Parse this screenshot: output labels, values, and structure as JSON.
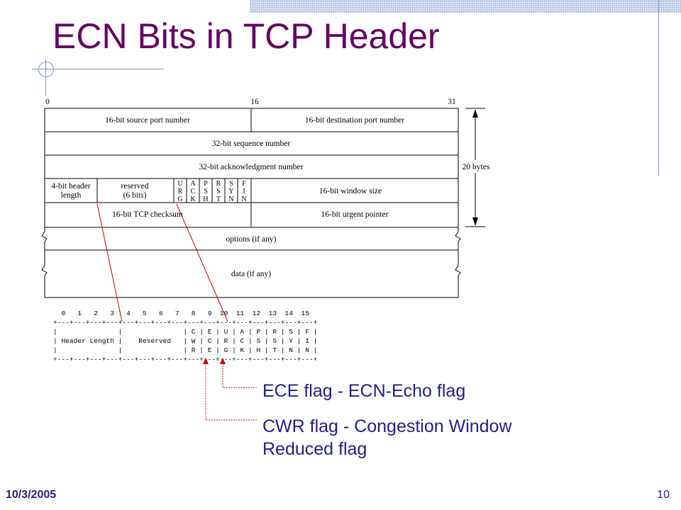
{
  "slide": {
    "title": "ECN Bits in TCP Header",
    "date": "10/3/2005",
    "page": "10"
  },
  "header_diagram": {
    "bit_labels": [
      "0",
      "16",
      "31"
    ],
    "rows": [
      [
        "16-bit source port number",
        "16-bit destination port number"
      ],
      [
        "32-bit sequence number"
      ],
      [
        "32-bit acknowledgment number"
      ],
      [
        "16-bit TCP checksum",
        "16-bit urgent pointer"
      ],
      [
        "options (if any)"
      ],
      [
        "data (if any)"
      ]
    ],
    "header_length": [
      "4-bit header",
      "length"
    ],
    "reserved": [
      "reserved",
      "(6 bits)"
    ],
    "flags": [
      [
        "U",
        "R",
        "G"
      ],
      [
        "A",
        "C",
        "K"
      ],
      [
        "P",
        "S",
        "H"
      ],
      [
        "R",
        "S",
        "T"
      ],
      [
        "S",
        "Y",
        "N"
      ],
      [
        "F",
        "I",
        "N"
      ]
    ],
    "window_size": "16-bit window size",
    "size_label": "20 bytes"
  },
  "ascii_diagram": {
    "lines": [
      "  0   1   2   3   4   5   6   7   8   9  10  11  12  13  14  15",
      "+---+---+---+---+---+---+---+---+---+---+---+---+---+---+---+---+",
      "|               |               | C | E | U | A | P | R | S | F |",
      "| Header Length |    Reserved   | W | C | R | C | S | S | Y | I |",
      "|               |               | R | E | G | K | H | T | N | N |",
      "+---+---+---+---+---+---+---+---+---+---+---+---+---+---+---+---+"
    ]
  },
  "captions": {
    "ece": "ECE flag - ECN-Echo flag",
    "cwr": [
      "CWR flag - Congestion Window",
      "Reduced flag"
    ]
  },
  "colors": {
    "title": "#660066",
    "text": "#1f1f8f",
    "arrow": "#cc0000",
    "decoration": "#7f93c9"
  }
}
